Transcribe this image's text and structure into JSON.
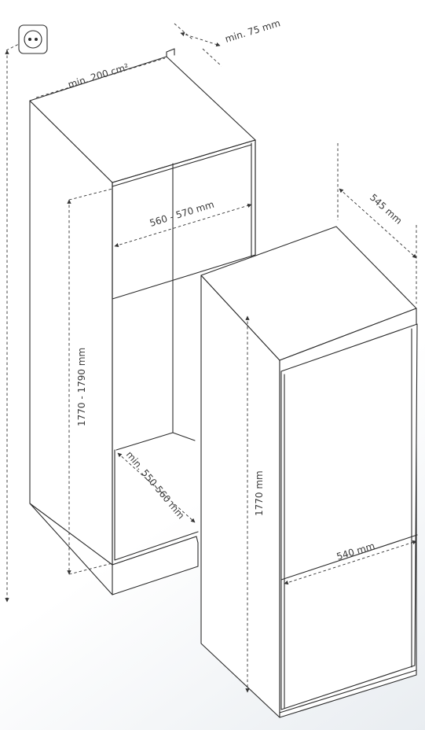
{
  "labels": {
    "vent_area": "min. 200 cm²",
    "vent_gap": "min. 75 mm",
    "niche_width": "560 - 570 mm",
    "niche_height": "1770 - 1790 mm",
    "niche_depth": "min. 550-560 mm",
    "appliance_depth": "545 mm",
    "appliance_height": "1770 mm",
    "appliance_width": "540 mm"
  },
  "icons": {
    "socket": "power-socket-icon"
  },
  "colors": {
    "line": "#2b2b2b",
    "text": "#3a3a3a",
    "background": "#ffffff"
  }
}
